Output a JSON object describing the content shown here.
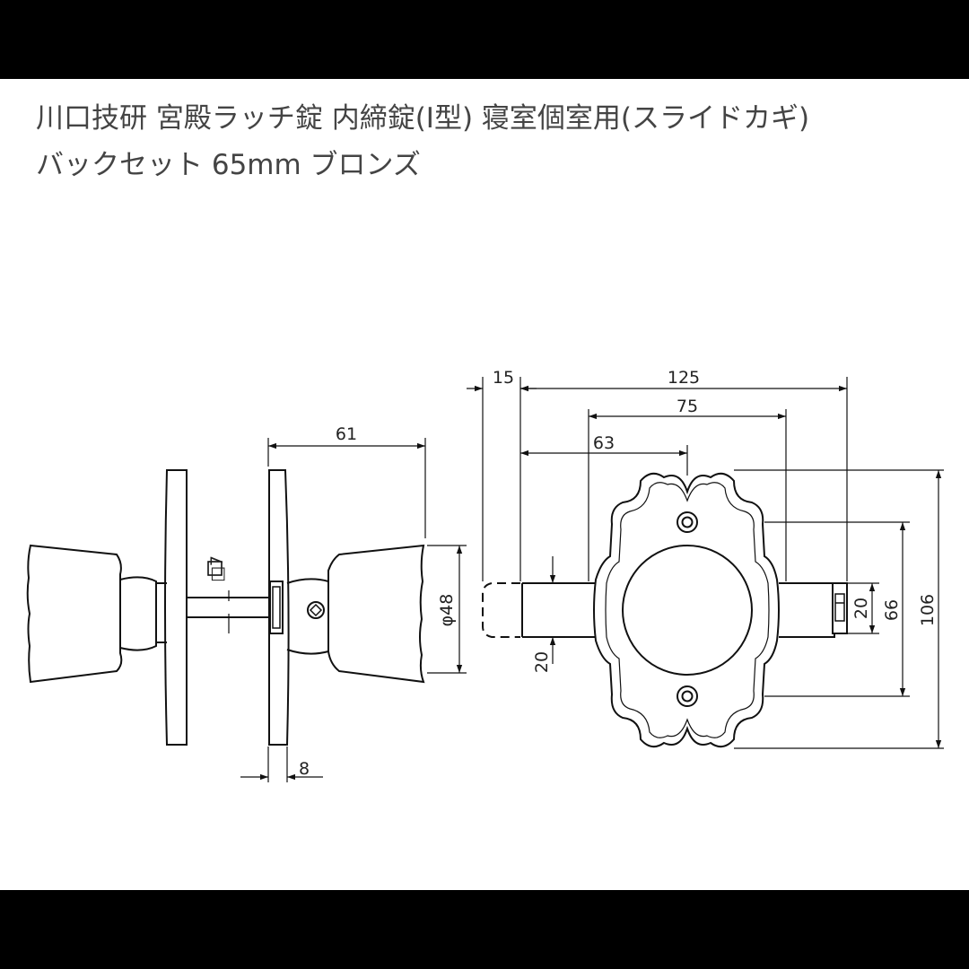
{
  "title": {
    "line1": "川口技研 宮殿ラッチ錠 内締錠(I型) 寝室個室用(スライドカギ)",
    "line2": "バックセット 65mm ブロンズ"
  },
  "dimensions": {
    "knob_projection": "61",
    "knob_diameter": "φ48",
    "spindle_square": "□7",
    "spindle_offset": "8",
    "latch_front": "15",
    "overall_width": "125",
    "plate_width": "75",
    "backset_center": "63",
    "latch_height": "20",
    "bolt_height": "20",
    "screw_pitch": "66",
    "plate_height": "106"
  },
  "colors": {
    "bars": "#000000",
    "line": "#111111",
    "text": "#444444"
  }
}
